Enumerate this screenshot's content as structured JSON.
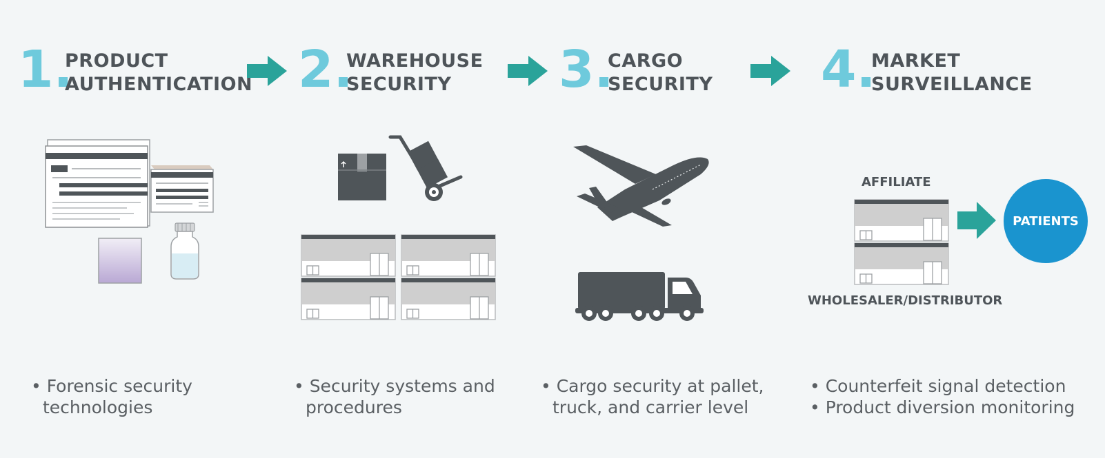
{
  "steps": [
    {
      "number": "1.",
      "title_line1": "PRODUCT",
      "title_line2": "AUTHENTICATION",
      "bullets": [
        "• Forensic security",
        "technologies"
      ]
    },
    {
      "number": "2.",
      "title_line1": "WAREHOUSE",
      "title_line2": "SECURITY",
      "bullets": [
        "• Security systems and",
        "procedures"
      ]
    },
    {
      "number": "3.",
      "title_line1": "CARGO",
      "title_line2": "SECURITY",
      "bullets": [
        "• Cargo security at pallet,",
        "truck, and carrier level"
      ]
    },
    {
      "number": "4.",
      "title_line1": "MARKET",
      "title_line2": "SURVEILLANCE",
      "bullets": [
        "• Counterfeit signal detection",
        "• Product diversion monitoring"
      ]
    }
  ],
  "market": {
    "affiliate_label": "AFFILIATE",
    "wholesaler_label": "WHOLESALER/DISTRIBUTOR",
    "patients_label": "PATIENTS"
  },
  "icons": {
    "flow_arrow": "right-arrow-icon",
    "documents": "document-icon",
    "box": "box-icon",
    "hand_truck": "hand-truck-icon",
    "warehouse": "warehouse-icon",
    "airplane": "airplane-icon",
    "truck": "truck-icon"
  },
  "colors": {
    "background": "#f3f6f7",
    "number": "#6ecadc",
    "title": "#4e5459",
    "arrow": "#2aa39a",
    "icon_dark": "#4f5559",
    "patients_circle": "#1a94cf",
    "warehouse_fill": "#cfcfcf"
  }
}
